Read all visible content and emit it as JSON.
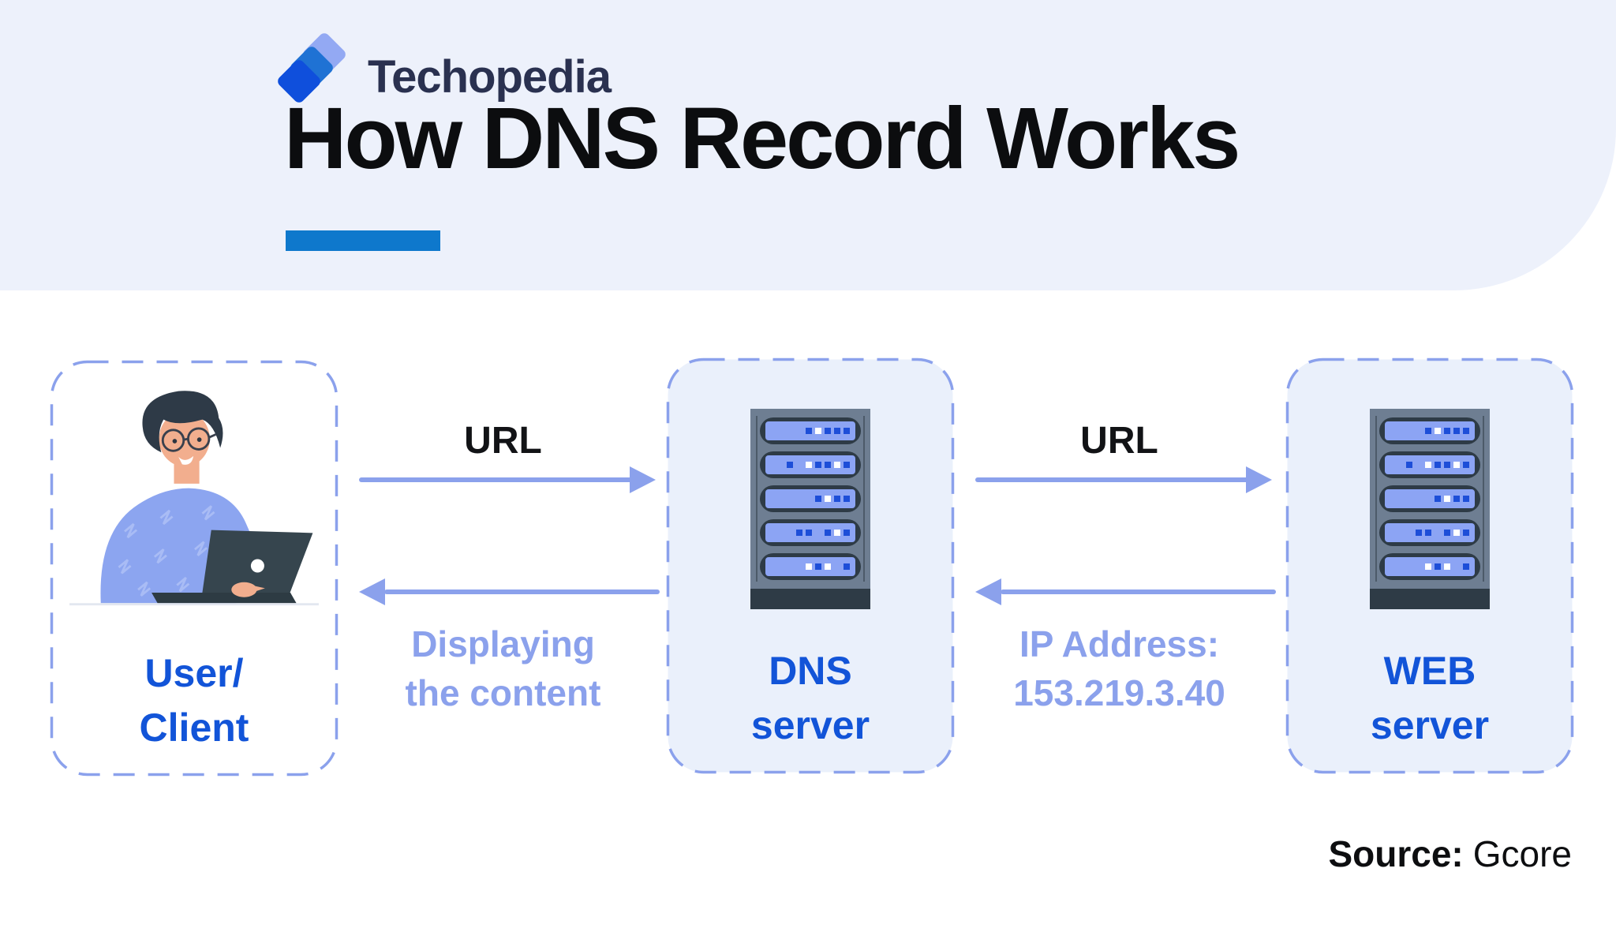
{
  "brand": {
    "name": "Techopedia"
  },
  "header": {
    "title": "How DNS Record Works"
  },
  "nodes": [
    {
      "id": "user",
      "line1": "User/",
      "line2": "Client",
      "icon": "person-at-laptop-illustration"
    },
    {
      "id": "dns",
      "line1": "DNS",
      "line2": "server",
      "icon": "server-rack-icon"
    },
    {
      "id": "web",
      "line1": "WEB",
      "line2": "server",
      "icon": "server-rack-icon"
    }
  ],
  "connections": [
    {
      "from": "user",
      "to": "dns",
      "forward": "URL",
      "return_line1": "Displaying",
      "return_line2": "the content"
    },
    {
      "from": "dns",
      "to": "web",
      "forward": "URL",
      "return_line1": "IP Address:",
      "return_line2": "153.219.3.40"
    }
  ],
  "source": {
    "label": "Source:",
    "value": "Gcore"
  },
  "colors": {
    "header_bg": "#EDF1FB",
    "accent_bar": "#0E78CC",
    "brand_navy": "#2A3150",
    "title_black": "#0C0D0F",
    "node_blue": "#1254D8",
    "periwinkle": "#8BA1EC",
    "box_fill": "#EAF0FB",
    "server_frame": "#6E7E92",
    "server_dark": "#2E3B46",
    "server_unit": "#8CA4F4",
    "light_sq_blue": "#1D4ED8",
    "skin": "#F2AE8E",
    "hair": "#2E3A47",
    "sweater": "#8CA5F0",
    "sweater_pattern": "#A9BCF5",
    "laptop": "#36454E",
    "laptop_base": "#2D3B43",
    "table_line": "#E3E7F0"
  },
  "server_rack": {
    "rows": [
      [
        "b",
        "w",
        "b",
        "b",
        "b"
      ],
      [
        "b",
        "g",
        "w",
        "b",
        "b",
        "w",
        "b"
      ],
      [
        "b",
        "w",
        "b",
        "b"
      ],
      [
        "b",
        "b",
        "g",
        "b",
        "w",
        "b"
      ],
      [
        "w",
        "b",
        "w",
        "g",
        "b"
      ]
    ]
  }
}
